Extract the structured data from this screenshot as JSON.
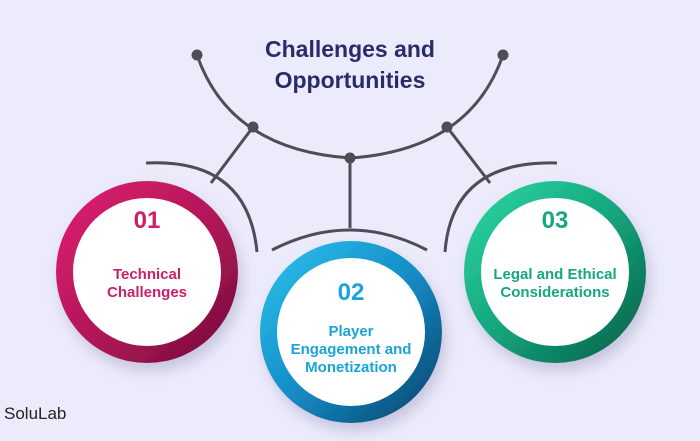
{
  "title_line1": "Challenges and",
  "title_line2": "Opportunities",
  "brand": "SoluLab",
  "items": [
    {
      "number": "01",
      "label_line1": "Technical",
      "label_line2": "Challenges",
      "color": "#cc1f6b"
    },
    {
      "number": "02",
      "label_line1": "Player",
      "label_line2": "Engagement and",
      "label_line3": "Monetization",
      "color": "#1aa3d6"
    },
    {
      "number": "03",
      "label_line1": "Legal and Ethical",
      "label_line2": "Considerations",
      "color": "#18a67f"
    }
  ],
  "colors": {
    "background": "#ecebfb",
    "title": "#2a2b6b",
    "connector": "#4d4d55",
    "ring1_dark": "#7a0f40",
    "ring2_dark": "#0e4f73",
    "ring3_dark": "#0c5e48"
  }
}
